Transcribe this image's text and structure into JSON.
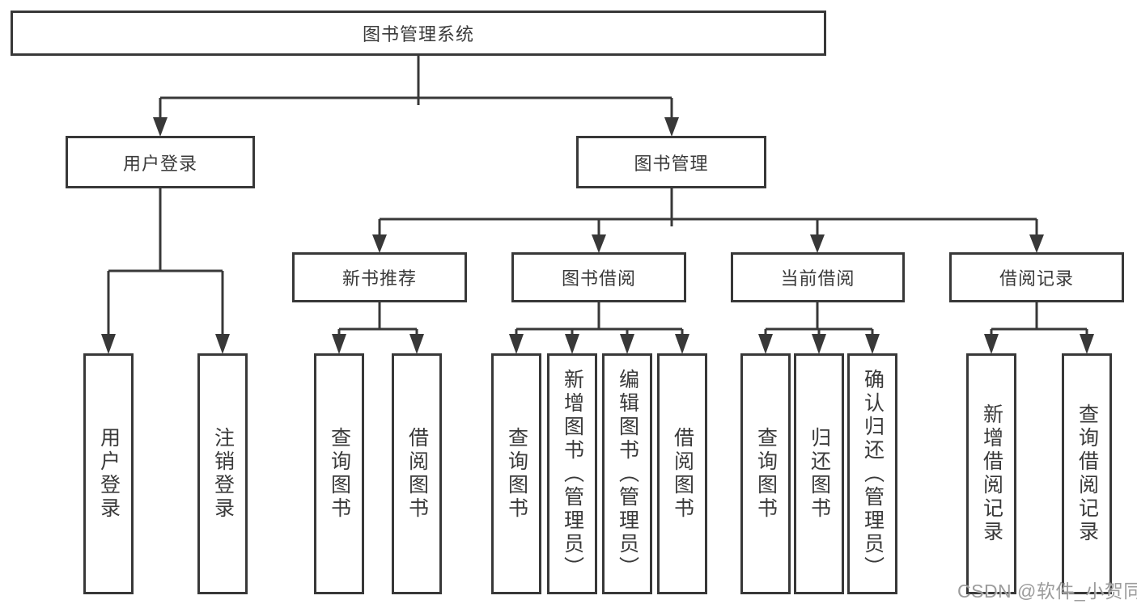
{
  "watermark": {
    "text": "CSDN @软件_小贺同学"
  },
  "colors": {
    "line": "#383838",
    "text": "#3a3a3a",
    "box_fill": "#ffffff",
    "background": "#ffffff",
    "watermark": "#949494"
  },
  "diagram": {
    "root": {
      "label": "图书管理系统"
    },
    "level2": {
      "user_login": {
        "label": "用户登录"
      },
      "book_management": {
        "label": "图书管理"
      }
    },
    "level3": {
      "new_book_recommend": {
        "label": "新书推荐"
      },
      "book_borrowing": {
        "label": "图书借阅"
      },
      "current_borrowing": {
        "label": "当前借阅"
      },
      "borrowing_records": {
        "label": "借阅记录"
      }
    },
    "leaves": {
      "user_login": {
        "label": "用户登录"
      },
      "logout": {
        "label": "注销登录"
      },
      "rec_query_books": {
        "label": "查询图书"
      },
      "rec_borrow_books": {
        "label": "借阅图书"
      },
      "bb_query_books": {
        "label": "查询图书"
      },
      "bb_add_books": {
        "label": "新增图书（管理员）"
      },
      "bb_edit_books": {
        "label": "编辑图书（管理员）"
      },
      "bb_borrow_books": {
        "label": "借阅图书"
      },
      "cb_query_books": {
        "label": "查询图书"
      },
      "cb_return_books": {
        "label": "归还图书"
      },
      "cb_confirm_return": {
        "label": "确认归还（管理员）"
      },
      "br_add_record": {
        "label": "新增借阅记录"
      },
      "br_query_record": {
        "label": "查询借阅记录"
      }
    }
  }
}
